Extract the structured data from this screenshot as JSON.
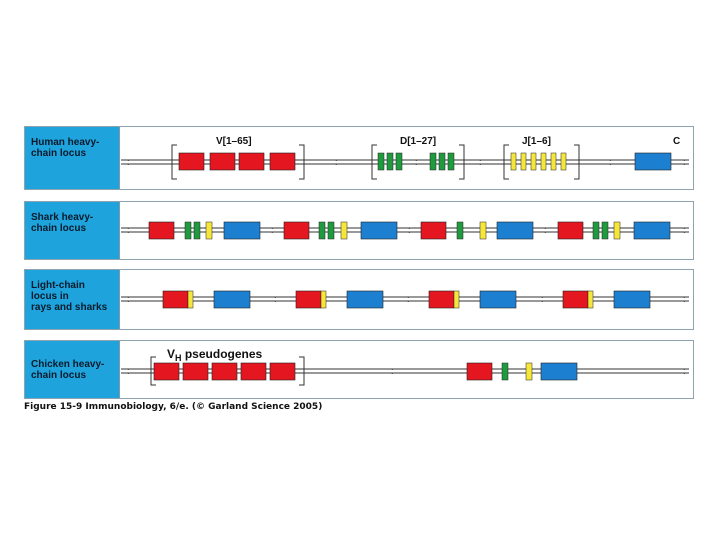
{
  "panels": [
    {
      "label": "Human heavy-\nchain locus",
      "segment_labels": {
        "v": "V[1–65]",
        "d": "D[1–27]",
        "j": "J[1–6]",
        "c": "C"
      }
    },
    {
      "label": "Shark heavy-\nchain locus"
    },
    {
      "label": "Light-chain\nlocus in\nrays and sharks"
    },
    {
      "label": "Chicken heavy-\nchain locus",
      "pseudo_main": "V",
      "pseudo_sub": "H",
      "pseudo_rest": " pseudogenes"
    }
  ],
  "caption": {
    "figure": "Figure 15-9",
    "source": "Immunobiology, 6/e. (© Garland Science 2005)"
  },
  "colors": {
    "v_segment": "#e4161f",
    "d_segment": "#1f9a3e",
    "j_segment": "#f5e63a",
    "c_segment": "#1c7fd0",
    "label_box": "#1fa3dd",
    "dna_line": "#333333"
  }
}
